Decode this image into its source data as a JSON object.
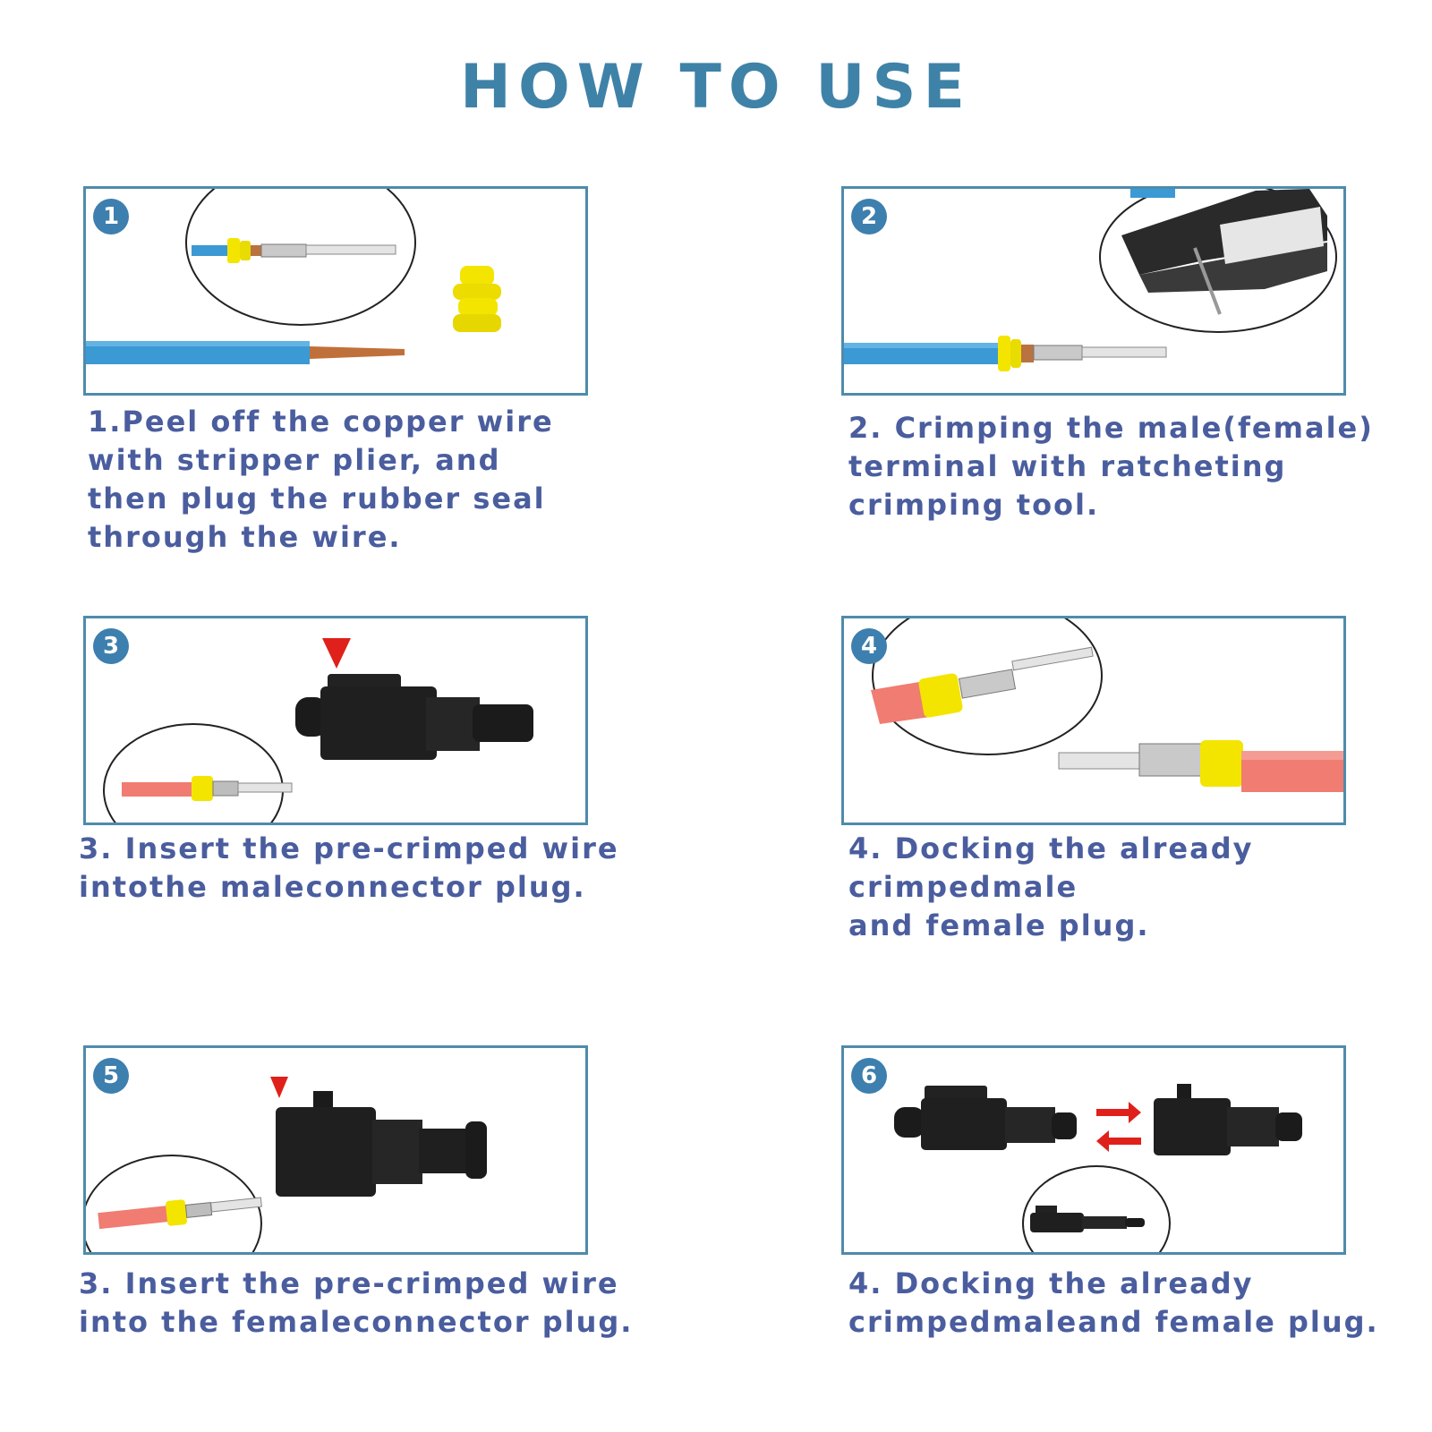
{
  "title": "HOW TO USE",
  "colors": {
    "title": "#3f82a8",
    "caption": "#4a5d9e",
    "panel_border": "#4f8bab",
    "step_badge": "#3d7fae",
    "blue_wire": "#3b99d4",
    "red_wire": "#f07c72",
    "seal": "#f3e500",
    "connector": "#1b1b1b",
    "arrow": "#e0201a"
  },
  "steps": [
    {
      "number": "1",
      "caption": [
        "1.Peel off the copper wire",
        "with stripper plier, and",
        "then plug the rubber seal",
        "through the wire."
      ]
    },
    {
      "number": "2",
      "caption": [
        "2. Crimping the male(female)",
        "terminal with ratcheting",
        "crimping tool."
      ]
    },
    {
      "number": "3",
      "caption": [
        "3. Insert the pre-crimped wire",
        " intothe maleconnector plug."
      ]
    },
    {
      "number": "4",
      "caption": [
        "4. Docking the already",
        "crimpedmale",
        "and female plug."
      ]
    },
    {
      "number": "5",
      "caption": [
        "3. Insert the pre-crimped wire",
        " into the femaleconnector plug."
      ]
    },
    {
      "number": "6",
      "caption": [
        "4. Docking the already",
        "crimpedmaleand female plug."
      ]
    }
  ]
}
